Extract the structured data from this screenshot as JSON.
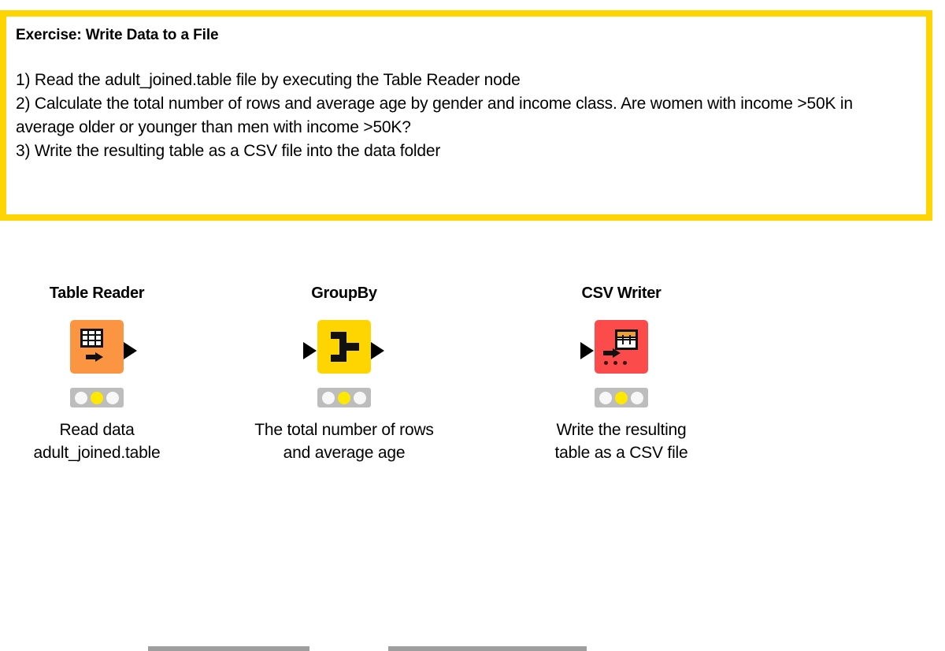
{
  "exercise": {
    "title": "Exercise: Write Data to a File",
    "border_color": "#FFD500",
    "steps": [
      "1) Read the adult_joined.table file by executing the Table Reader node",
      "2) Calculate the total number of rows and average age by gender and income class. Are women with income >50K in average older or younger than men with income >50K?",
      "3) Write the resulting table as a CSV file into the data folder"
    ]
  },
  "workflow": {
    "nodes": [
      {
        "title": "Table Reader",
        "color": "#FB9541",
        "icon": "table-reader-icon",
        "status": "configured",
        "status_lights": [
          "off",
          "amber",
          "off"
        ],
        "caption_line1": "Read data",
        "caption_line2": "adult_joined.table"
      },
      {
        "title": "GroupBy",
        "color": "#FFD500",
        "icon": "groupby-icon",
        "status": "configured",
        "status_lights": [
          "off",
          "amber",
          "off"
        ],
        "caption_line1": "The total number of rows",
        "caption_line2": "and average age"
      },
      {
        "title": "CSV Writer",
        "color": "#FB4B4B",
        "icon": "csv-writer-icon",
        "status": "configured",
        "status_lights": [
          "off",
          "amber",
          "off"
        ],
        "caption_line1": "Write the resulting",
        "caption_line2": "table as a CSV file"
      }
    ],
    "connector_color": "#9E9E9E"
  }
}
